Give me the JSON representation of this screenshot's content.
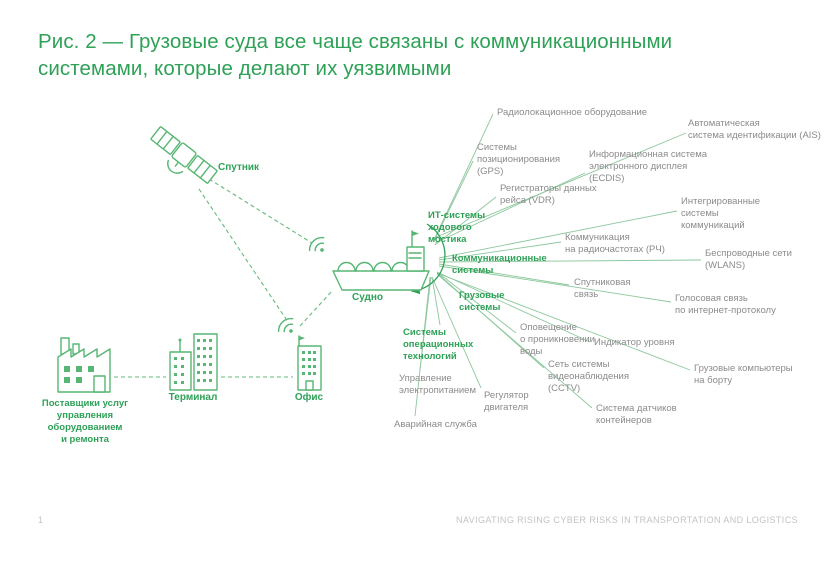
{
  "title": "Рис. 2 — Грузовые суда все чаще связаны с коммуникационными системами, которые делают их уязвимыми",
  "accent_color": "#2ea157",
  "nodes": {
    "satellite": {
      "label": "Спутник"
    },
    "ship": {
      "label": "Судно"
    },
    "suppliers": {
      "label": "Поставщики услуг\nуправления\nоборудованием\nи ремонта"
    },
    "terminal": {
      "label": "Терминал"
    },
    "office": {
      "label": "Офис"
    }
  },
  "categories": [
    {
      "label": "ИТ-системы\nходового\nмостика"
    },
    {
      "label": "Коммуникационные\nсистемы"
    },
    {
      "label": "Грузовые\nсистемы"
    },
    {
      "label": "Системы\nоперационных\nтехнологий"
    }
  ],
  "systems": [
    {
      "label": "Радиолокационное оборудование"
    },
    {
      "label": "Автоматическая\nсистема идентификации (AIS)"
    },
    {
      "label": "Системы\nпозиционирования\n(GPS)"
    },
    {
      "label": "Информационная система\nэлектронного дисплея\n(ECDIS)"
    },
    {
      "label": "Регистраторы данных\nрейса (VDR)"
    },
    {
      "label": "Интегрированные\nсистемы\nкоммуникаций"
    },
    {
      "label": "Коммуникация\nна радиочастотах (РЧ)"
    },
    {
      "label": "Беспроводные сети\n(WLANS)"
    },
    {
      "label": "Спутниковая\nсвязь"
    },
    {
      "label": "Голосовая связь\nпо интернет-протоколу"
    },
    {
      "label": "Оповещение\nо проникновении\nводы"
    },
    {
      "label": "Индикатор уровня"
    },
    {
      "label": "Сеть системы\nвидеонаблюдения\n(CCTV)"
    },
    {
      "label": "Грузовые компьютеры\nна борту"
    },
    {
      "label": "Управление\nэлектропитанием"
    },
    {
      "label": "Регулятор\nдвигателя"
    },
    {
      "label": "Система датчиков\nконтейнеров"
    },
    {
      "label": "Аварийная служба"
    }
  ],
  "footer": {
    "page_number": "1",
    "document_title": "NAVIGATING RISING CYBER RISKS IN TRANSPORTATION AND LOGISTICS"
  }
}
